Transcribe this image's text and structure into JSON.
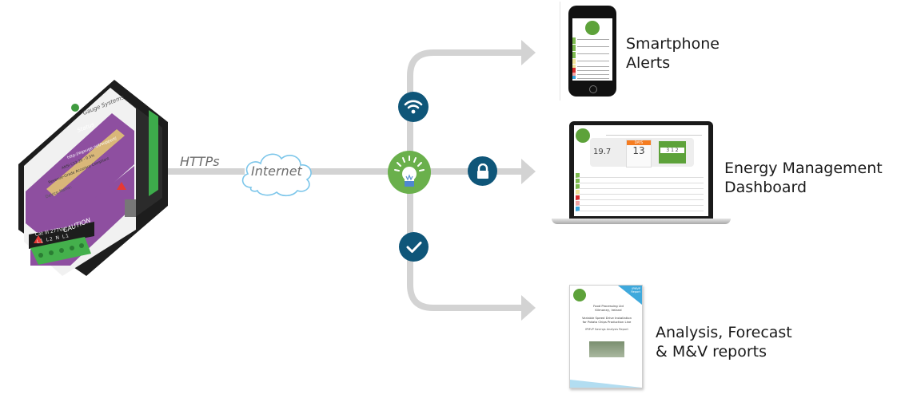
{
  "device": {
    "brand": "Gauge Systems",
    "status_heading": "Status",
    "support_url": "http://egauge.net/support/",
    "accuracy_line1": "ANSI C12.20 - 0.5%",
    "accuracy_line2": "Revenue-Grade Accuracy Compliant",
    "name_field": "Device Name:",
    "caution": "CAUTION",
    "voltage": "Cat III 277Vac",
    "terminals": "L1 L2 N L1"
  },
  "connection": {
    "protocol_label": "HTTPs",
    "network_label": "Internet"
  },
  "hub": {
    "icons": [
      "wifi-icon",
      "lightbulb-icon",
      "lock-icon",
      "check-icon"
    ]
  },
  "destinations": {
    "phone": {
      "line1": "Smartphone",
      "line2": "Alerts"
    },
    "dashboard": {
      "line1": "Energy Management",
      "line2": "Dashboard",
      "screen": {
        "reading": "19.7",
        "day_label": "DAYS",
        "day_value": "13",
        "counter": "3 1 2"
      }
    },
    "reports": {
      "line1": "Analysis, Forecast",
      "line2": "& M&V reports",
      "doc": {
        "badge": "IPMVP Report",
        "company": "Food Processing Ltd",
        "location": "Kilmoney, Ireland",
        "title": "Variable Speed Drive Installation",
        "subtitle": "for Potato Chips Production Line",
        "report_type": "IPMVP Savings Analysis Report"
      }
    }
  },
  "colors": {
    "connector": "#d3d3d3",
    "icon_circle": "#0f5679",
    "hub_green": "#6ab04c",
    "purple": "#8e4fa0",
    "cloud_stroke": "#7cc6ea"
  }
}
